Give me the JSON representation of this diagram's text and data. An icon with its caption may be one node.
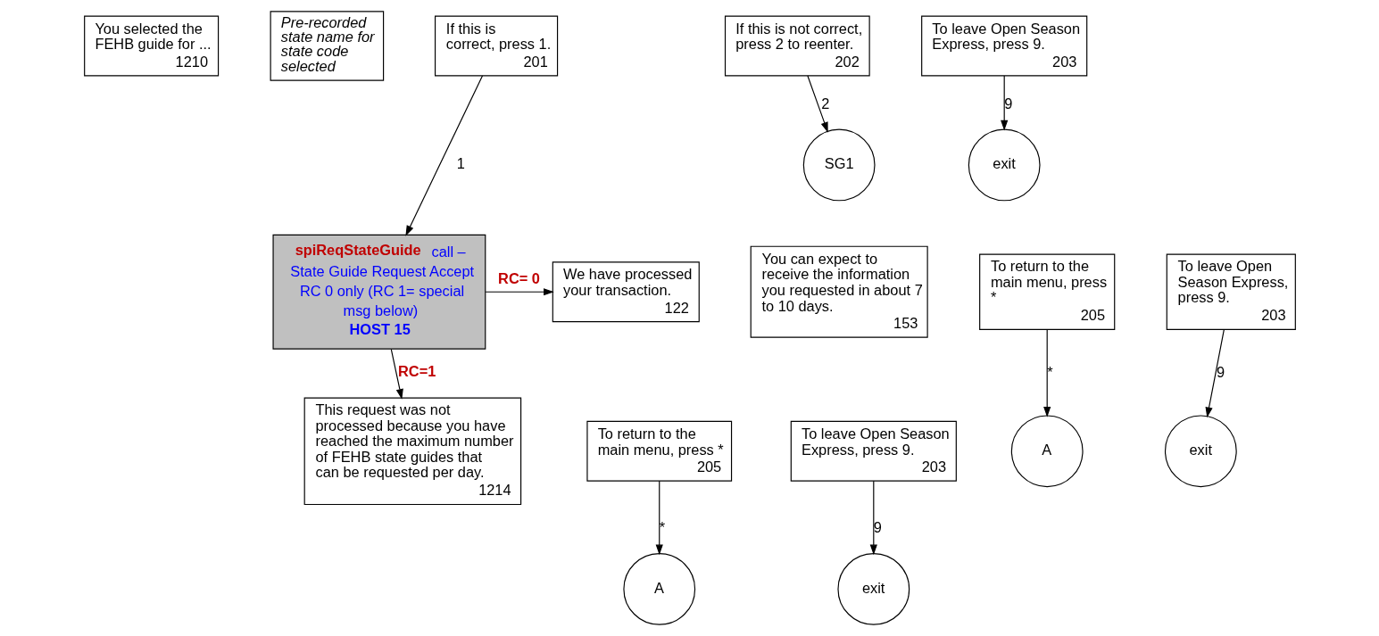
{
  "diagram": {
    "nodes": [
      {
        "text": [
          "You selected the FEHB guide for ...",
          "1210"
        ]
      },
      {
        "text": [
          "Pre-recorded state name for state code selected"
        ]
      },
      {
        "text": [
          "If this is correct, press 1.",
          "201"
        ]
      },
      {
        "text": [
          "If this is not correct, press 2 to reenter.",
          "202"
        ]
      },
      {
        "text": [
          "To leave Open Season Express, press 9.",
          "203"
        ]
      },
      {
        "text": [
          "SG1"
        ]
      },
      {
        "text": [
          "exit"
        ]
      },
      {
        "text": [
          "**spiReqStateGuide** call – State Guide Request Accept RC 0 only (RC 1= special msg below)",
          "HOST 15"
        ]
      },
      {
        "text": [
          "We have processed your transaction.",
          "122"
        ]
      },
      {
        "text": [
          "You can expect to receive the information you requested in about 7 to 10 days.",
          "153"
        ]
      },
      {
        "text": [
          "To return to the main menu, press *",
          "205"
        ]
      },
      {
        "text": [
          "To leave Open Season Express, press 9.",
          "203"
        ]
      },
      {
        "text": [
          "A"
        ]
      },
      {
        "text": [
          "exit"
        ]
      },
      {
        "text": [
          "This request was not processed because you have reached the maximum number of FEHB state guides that can be requested per day.",
          "1214"
        ]
      },
      {
        "text": [
          "To return to the main menu, press *",
          "205"
        ]
      },
      {
        "text": [
          "To leave Open Season Express, press 9.",
          "203"
        ]
      },
      {
        "text": [
          "A"
        ]
      },
      {
        "text": [
          "exit"
        ]
      }
    ],
    "edges": [
      {
        "from": 2,
        "to": 7,
        "arrow": "to",
        "label": "1"
      },
      {
        "from": 3,
        "to": 5,
        "arrow": "to",
        "label": "2"
      },
      {
        "from": 4,
        "to": 6,
        "arrow": "to",
        "label": "9"
      },
      {
        "from": 7,
        "to": 8,
        "arrow": "to",
        "label": "**RC= 0**"
      },
      {
        "from": 7,
        "to": 14,
        "arrow": "to",
        "label": "**RC=1**"
      },
      {
        "from": 10,
        "to": 12,
        "arrow": "to",
        "label": "*"
      },
      {
        "from": 11,
        "to": 13,
        "arrow": "to",
        "label": "9"
      },
      {
        "from": 15,
        "to": 17,
        "arrow": "to",
        "label": "*"
      },
      {
        "from": 16,
        "to": 18,
        "arrow": "to",
        "label": "9"
      }
    ]
  }
}
